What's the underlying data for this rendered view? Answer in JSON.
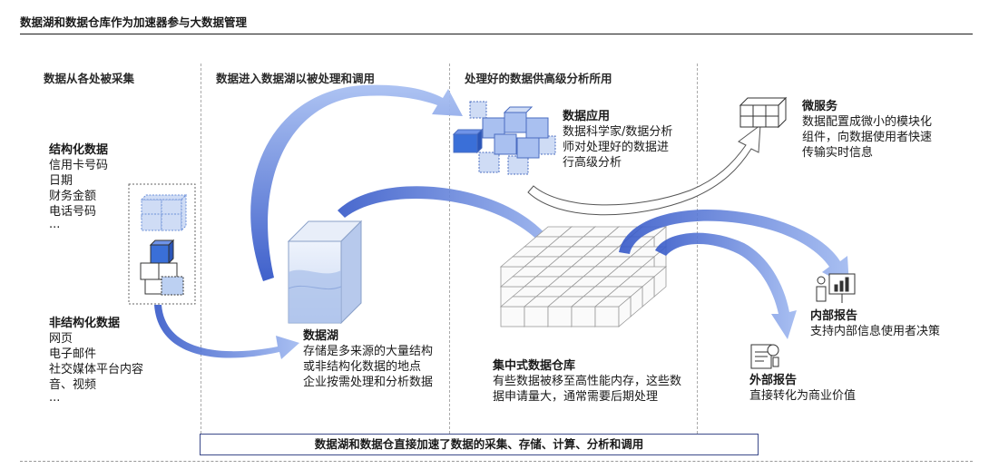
{
  "title": "数据湖和数据仓库作为加速器参与大数据管理",
  "columns": [
    "数据从各处被采集",
    "数据进入数据湖以被处理和调用",
    "处理好的数据供高级分析所用"
  ],
  "structured": {
    "heading": "结构化数据",
    "items": [
      "信用卡号码",
      "日期",
      "财务金额",
      "电话号码",
      "..."
    ]
  },
  "unstructured": {
    "heading": "非结构化数据",
    "items": [
      "网页",
      "电子邮件",
      "社交媒体平台内容",
      "音、视频",
      "..."
    ]
  },
  "data_lake": {
    "heading": "数据湖",
    "lines": [
      "存储是多来源的大量结构",
      "或非结构化数据的地点",
      "企业按需处理和分析数据"
    ]
  },
  "data_app": {
    "heading": "数据应用",
    "lines": [
      "数据科学家/数据分析",
      "师对处理好的数据进",
      "行高级分析"
    ]
  },
  "warehouse": {
    "heading": "集中式数据仓库",
    "lines": [
      "有些数据被移至高性能内存，这些数",
      "据申请量大，通常需要后期处理"
    ]
  },
  "microservice": {
    "heading": "微服务",
    "lines": [
      "数据配置成微小的模块化",
      "组件，向数据使用者快速",
      "传输实时信息"
    ]
  },
  "internal_report": {
    "heading": "内部报告",
    "lines": [
      "支持内部信息使用者决策"
    ]
  },
  "external_report": {
    "heading": "外部报告",
    "lines": [
      "直接转化为商业价值"
    ]
  },
  "footer": "数据湖和数据仓直接加速了数据的采集、存储、计算、分析和调用",
  "colors": {
    "arrow": "#6f93e8",
    "cube_fill": "#bcd0f2",
    "cube_dark": "#3a6fd8",
    "accent_border": "#3c4a8a"
  }
}
